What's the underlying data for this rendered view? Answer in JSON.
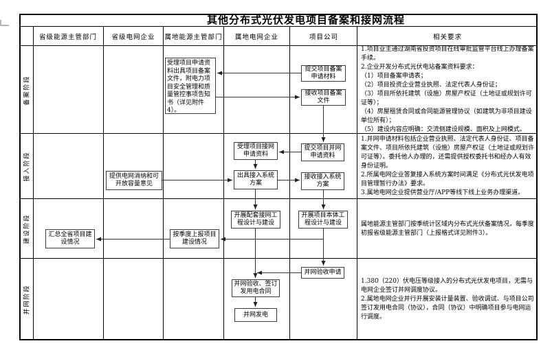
{
  "title": "其他分布式光伏发电项目备案和接网流程",
  "columns": [
    "省级能源主管部门",
    "省级电网企业",
    "属地能源主管部门",
    "属地电网企业",
    "项目公司",
    "相关要求"
  ],
  "stages": [
    {
      "label": "备案阶段",
      "requirements": "1.项目业主通过湖南省投资项目在线审批监管平台线上办理备案手续。\n2.企业开发分布式光伏电站备案资料要求：\n（1）项目备案申请表；\n（2）项目投资企业营业执照、法定代表人身份证；\n（3）项目所依托建筑（设施）房屋产权证（土地证或规划许可证等）；\n（4）房屋租赁合同或合同能源管理协议（如建筑为非项目建设单位所有）；\n（5）建设内容应明确：交流侧建设规模、面积及上网模式。"
    },
    {
      "label": "接入阶段",
      "requirements": "1.并网申请材料包括企业营业执照、法定代表人身份证、项目备案文件、项目所依托建筑（设施）房屋产权证（土地证或规划许可证等）。委托他人办理的，还需提供授权委托书和经办人有效身份证明。\n2.所属电网企业答复接入系统方案时间满足《分布式光伏发电项目管理暂行办法》要求。\n3.属地电网企业提供营业厅/APP等线下线上业务办理渠道。"
    },
    {
      "label": "建设阶段",
      "requirements": "属地能源主管部门按季统计区域内分布式光伏备案情况，每季度初报省级能源主管部门（上报格式详见附件3）。"
    },
    {
      "label": "并网阶段",
      "requirements": "1.380（220）伏电压等级接入的分布式光伏发电项目，无需与电网企业签订并网调度协议。\n2.属地电网企业并行开展安装计量装置、验收调试、与项目公司签订发用电合同（协议），合同（协议）中明确项目参与电网运行调度。"
    }
  ],
  "boxes": {
    "accept_filing": "受理项目申请资料出具项目备案文件，附电力项目安全管理和质量管控事项告知书（详见附件4）。",
    "submit_filing": "提交项目备案申请材料",
    "receive_filing": "接收项目备案文件",
    "grid_capacity": "提供电网消纳和可开放容量意见",
    "accept_connection": "受理项目接网申请资料",
    "issue_plan": "出具接入系统方案",
    "submit_connection": "提交项目并网申请资料",
    "receive_plan": "接收接入系统方案",
    "summarize_province": "汇总全省项目建设情况",
    "quarterly_report": "按季度上报项目建设情况",
    "grid_works": "开展配套接网工程设计与建设",
    "project_works": "开展项目本体工程设计与建设",
    "acceptance_contract": "并网验收、签订发用电合同",
    "power_generation": "并网发电",
    "acceptance_apply": "并网验收申请"
  }
}
